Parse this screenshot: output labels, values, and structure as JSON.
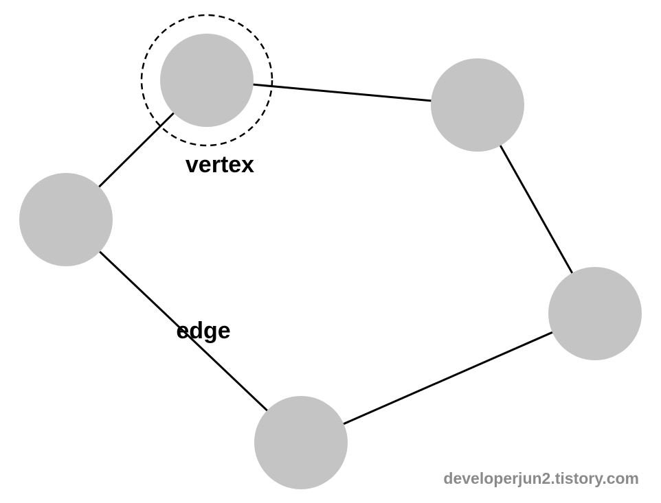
{
  "diagram": {
    "type": "graph",
    "node_color": "#c4c4c4",
    "edge_color": "#000000",
    "node_count": 5,
    "edges": [
      [
        "top-left",
        "top-right"
      ],
      [
        "top-right",
        "right"
      ],
      [
        "right",
        "bottom"
      ],
      [
        "bottom",
        "left"
      ],
      [
        "left",
        "top-left"
      ]
    ],
    "highlighted_node": "top-left"
  },
  "labels": {
    "vertex": "vertex",
    "edge": "edge"
  },
  "watermark": {
    "text": "developerjun2.tistory.com",
    "color": "#8a8a8a"
  }
}
